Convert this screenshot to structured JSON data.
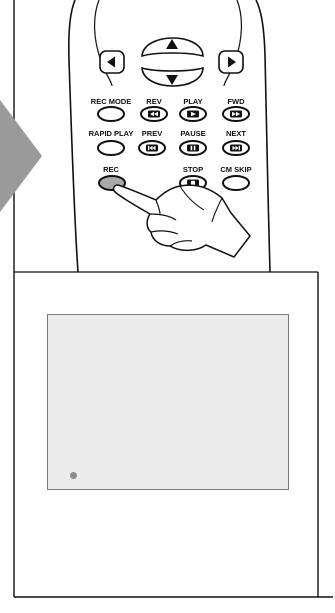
{
  "colors": {
    "outline": "#111111",
    "screen_background": "#ececec",
    "screen_border": "#7a7a7a",
    "pointer_arrow": "#9a9a9a",
    "rec_button_highlight": "#a8a8a8",
    "rec_indicator": "#8c8c8c"
  },
  "remote": {
    "dpad": {
      "left_icon": "triangle-left-icon",
      "up_icon": "triangle-up-icon",
      "down_icon": "triangle-down-icon",
      "right_icon": "triangle-right-icon"
    },
    "buttons": {
      "rec_mode": {
        "label": "REC MODE",
        "icon": "none"
      },
      "rev": {
        "label": "REV",
        "icon": "rewind-icon"
      },
      "play": {
        "label": "PLAY",
        "icon": "play-icon"
      },
      "fwd": {
        "label": "FWD",
        "icon": "fast-forward-icon"
      },
      "rapid_play": {
        "label": "RAPID PLAY",
        "icon": "none"
      },
      "prev": {
        "label": "PREV",
        "icon": "skip-back-icon"
      },
      "pause": {
        "label": "PAUSE",
        "icon": "pause-icon"
      },
      "next": {
        "label": "NEXT",
        "icon": "skip-forward-icon"
      },
      "rec": {
        "label": "REC",
        "icon": "none",
        "highlighted": true
      },
      "stop": {
        "label": "STOP",
        "icon": "stop-icon"
      },
      "cm_skip": {
        "label": "CM SKIP",
        "icon": "none"
      }
    },
    "hand": "pointing-hand-icon"
  },
  "screen": {
    "indicator": "record-dot-icon"
  }
}
